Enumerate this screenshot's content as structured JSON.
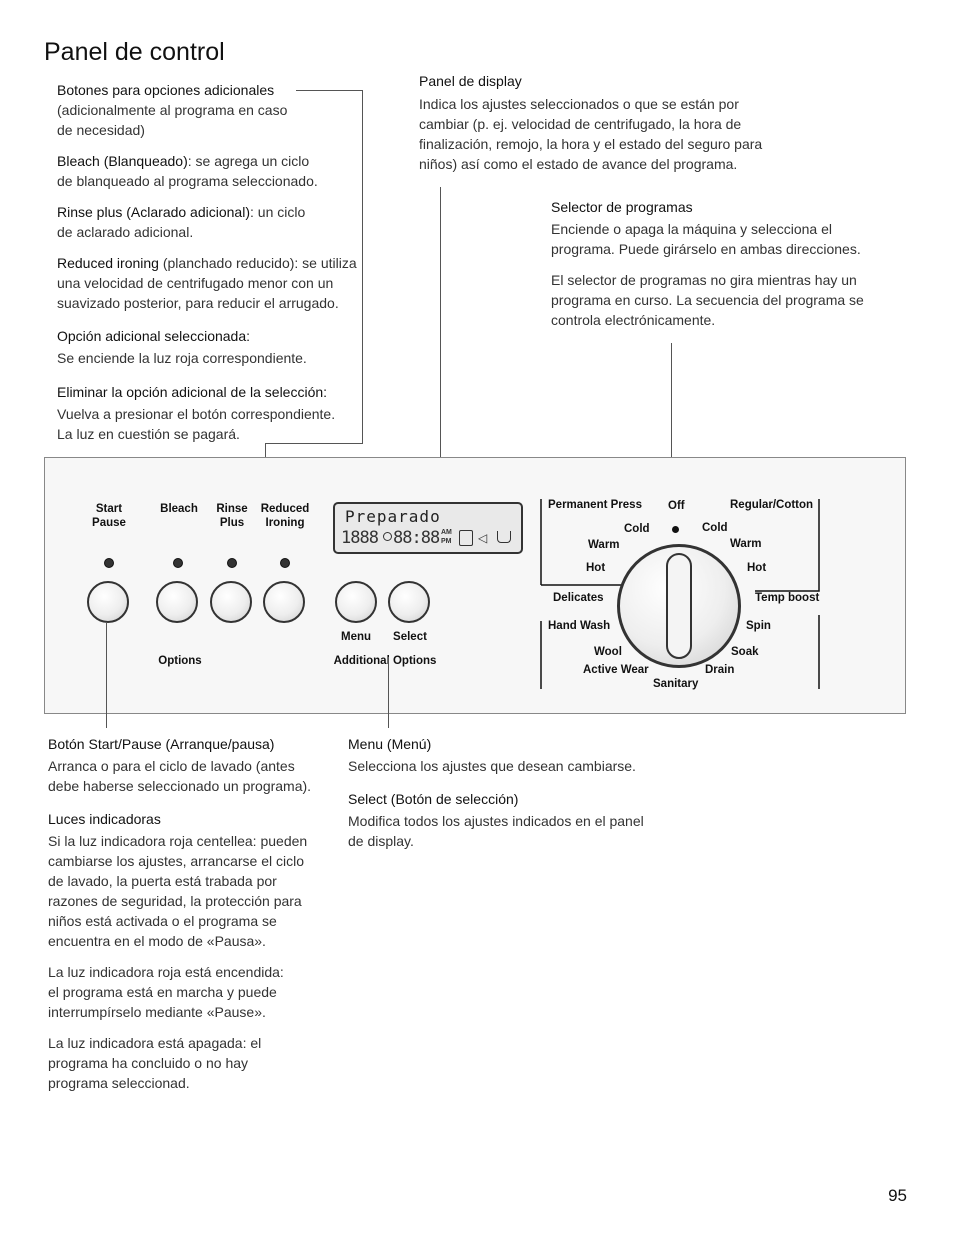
{
  "title": "Panel de control",
  "page_number": "95",
  "left_col": {
    "botones_head": "Botones para opciones adicionales",
    "botones_text": "(adicionalmente al programa en caso de necesidad)",
    "bleach_head": "Bleach (Blanqueado)",
    "bleach_text": ": se agrega un ciclo de blanqueado al programa seleccionado.",
    "rinse_head": "Rinse plus (Aclarado adicional)",
    "rinse_text": ": un ciclo de aclarado adicional.",
    "reduced_head": "Reduced ironing",
    "reduced_text": " (planchado reducido): se utiliza una velocidad de centrifugado menor con un suavizado posterior, para reducir el arrugado.",
    "opcion_head": "Opción adicional seleccionada:",
    "opcion_text": "Se enciende la luz roja correspondiente.",
    "eliminar_head": "Eliminar la opción adicional de la selección:",
    "eliminar_text": "Vuelva a presionar el botón correspondiente. La luz en cuestión se pagará."
  },
  "display_col": {
    "head": "Panel de display",
    "text": "Indica los ajustes seleccionados o que se están por cambiar (p. ej. velocidad de centrifugado, la hora de finalización, remojo, la hora y el estado del seguro para niños) así como el estado de avance del programa."
  },
  "selector_col": {
    "head": "Selector de programas",
    "text1": "Enciende o apaga la máquina y selecciona el programa. Puede girárselo en ambas direcciones.",
    "text2": "El selector de programas no gira mientras hay un programa en curso. La secuencia del programa se controla electrónicamente."
  },
  "panel": {
    "buttons": [
      {
        "label_line1": "Start",
        "label_line2": "Pause"
      },
      {
        "label_line1": "Bleach",
        "label_line2": ""
      },
      {
        "label_line1": "Rinse",
        "label_line2": "Plus"
      },
      {
        "label_line1": "Reduced",
        "label_line2": "Ironing"
      }
    ],
    "menu_label": "Menu",
    "select_label": "Select",
    "options_label": "Options",
    "additional_options_label": "Additional Options",
    "display_text": "Preparado",
    "display_digits_1": "1888",
    "display_digits_2": "88:88",
    "display_am": "AM",
    "display_pm": "PM",
    "dial": {
      "permanent_press": "Permanent Press",
      "off": "Off",
      "regular_cotton": "Regular/Cotton",
      "pp_cold": "Cold",
      "pp_warm": "Warm",
      "pp_hot": "Hot",
      "rc_cold": "Cold",
      "rc_warm": "Warm",
      "rc_hot": "Hot",
      "temp_boost": "Temp boost",
      "delicates": "Delicates",
      "hand_wash": "Hand Wash",
      "wool": "Wool",
      "active_wear": "Active Wear",
      "sanitary": "Sanitary",
      "drain": "Drain",
      "soak": "Soak",
      "spin": "Spin"
    }
  },
  "bottom_left": {
    "start_head": "Botón Start/Pause (Arranque/pausa)",
    "start_text": "Arranca o para el ciclo de lavado (antes debe haberse seleccionado un programa).",
    "luces_head": "Luces indicadoras",
    "luces_text1": "Si la luz indicadora roja centellea: pueden cambiarse los ajustes, arrancarse el ciclo de lavado, la puerta está trabada por razones de seguridad, la protección para niños está activada o el programa se encuentra en el modo de «Pausa».",
    "luces_text2": "La luz indicadora roja está encendida: el programa está en marcha y puede interrumpírselo mediante «Pause».",
    "luces_text3": "La luz indicadora está apagada: el programa ha concluido o no hay programa seleccionad."
  },
  "bottom_mid": {
    "menu_head": "Menu (Menú)",
    "menu_text": "Selecciona los ajustes que desean cambiarse.",
    "select_head": "Select (Botón de selección)",
    "select_text": "Modifica todos los ajustes indicados en el panel de display."
  }
}
